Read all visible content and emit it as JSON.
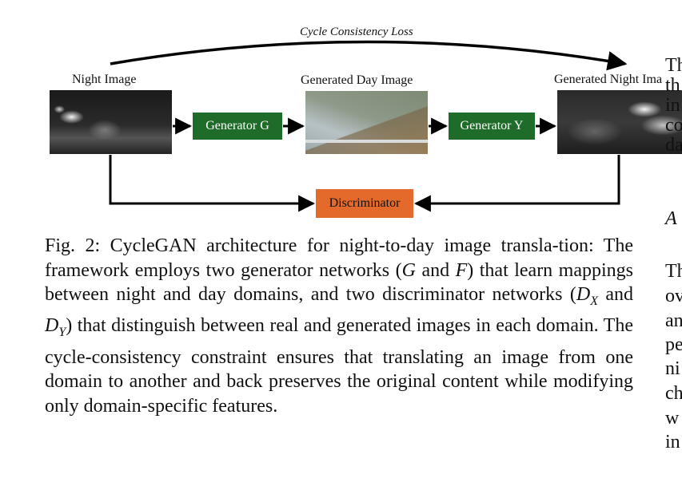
{
  "diagram": {
    "cycle_loss_label": "Cycle Consistency Loss",
    "night_image_label": "Night Image",
    "generated_day_label": "Generated Day Image",
    "generated_night_label": "Generated Night Ima",
    "generator_g_label": "Generator G",
    "generator_y_label": "Generator Y",
    "discriminator_label": "Discriminator",
    "colors": {
      "generator": "#1f6b2a",
      "discriminator": "#e46a2c"
    }
  },
  "caption": {
    "part1": "Fig. 2: CycleGAN architecture for night-to-day image transla-tion: The framework employs two generator networks (",
    "g": "G",
    "and1": " and ",
    "f": "F",
    "part2": ") that learn mappings between night and day domains, and two discriminator networks (",
    "dx_base": "D",
    "dx_sub": "X",
    "and2": " and ",
    "dy_base": "D",
    "dy_sub": "Y",
    "part3": ") that distinguish between real and generated images in each domain. The cycle-consistency constraint ensures that translating an image from one domain to another and back preserves the original content while modifying only domain-specific features."
  },
  "right_column_fragments": [
    "Th",
    "th",
    "in",
    "co",
    "da",
    "A",
    "Th",
    "ov",
    "an",
    "pe",
    "ni",
    "ch",
    "w",
    "in"
  ]
}
